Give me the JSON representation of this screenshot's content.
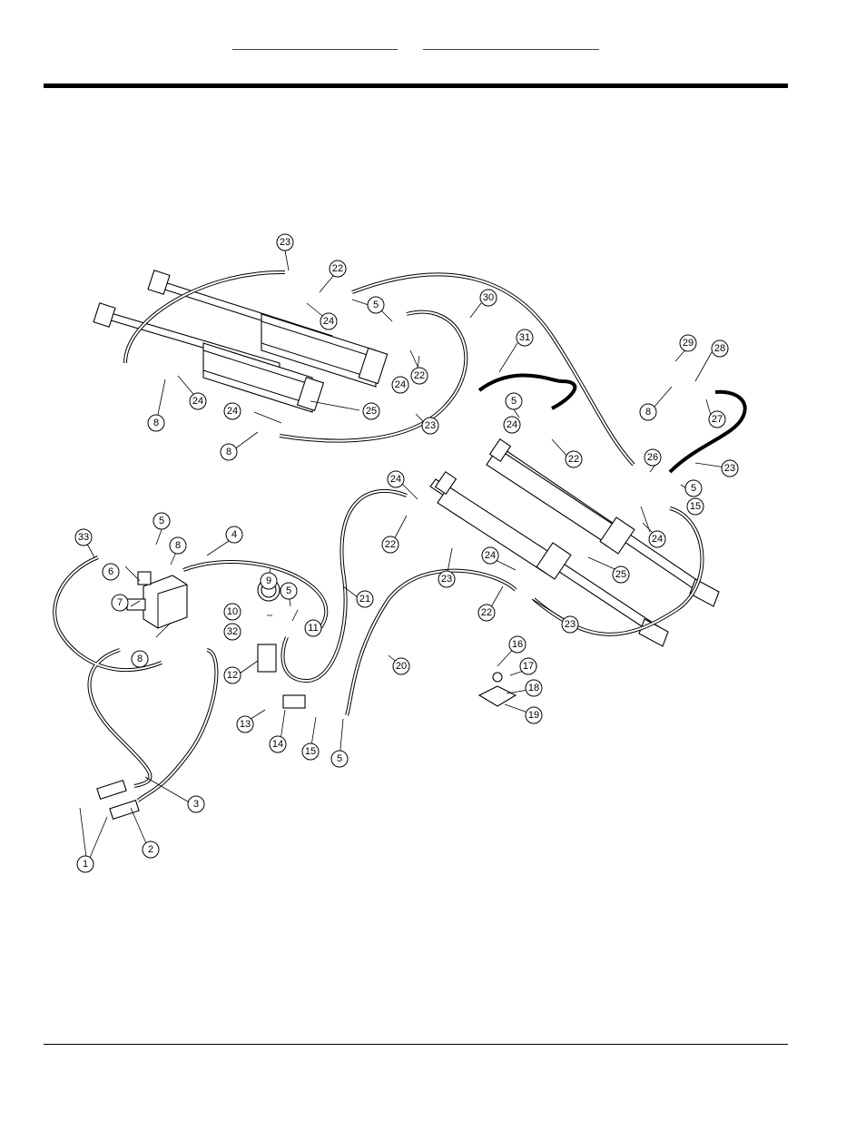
{
  "header": {
    "link_1": "",
    "link_2": ""
  },
  "callouts": [
    {
      "id": "c23a",
      "label": "23"
    },
    {
      "id": "c22a",
      "label": "22"
    },
    {
      "id": "c24a",
      "label": "24"
    },
    {
      "id": "c5a",
      "label": "5"
    },
    {
      "id": "c30",
      "label": "30"
    },
    {
      "id": "c31",
      "label": "31"
    },
    {
      "id": "c24b",
      "label": "24"
    },
    {
      "id": "c22b",
      "label": "22"
    },
    {
      "id": "c8a",
      "label": "8"
    },
    {
      "id": "c24c",
      "label": "24"
    },
    {
      "id": "c25a",
      "label": "25"
    },
    {
      "id": "c24d",
      "label": "24"
    },
    {
      "id": "c8b",
      "label": "8"
    },
    {
      "id": "c23b",
      "label": "23"
    },
    {
      "id": "c29",
      "label": "29"
    },
    {
      "id": "c28",
      "label": "28"
    },
    {
      "id": "c5b",
      "label": "5"
    },
    {
      "id": "c8c",
      "label": "8"
    },
    {
      "id": "c27",
      "label": "27"
    },
    {
      "id": "c24e",
      "label": "24"
    },
    {
      "id": "c22c",
      "label": "22"
    },
    {
      "id": "c26",
      "label": "26"
    },
    {
      "id": "c23c",
      "label": "23"
    },
    {
      "id": "c5c",
      "label": "5"
    },
    {
      "id": "c15a",
      "label": "15"
    },
    {
      "id": "c24f",
      "label": "24"
    },
    {
      "id": "c24g",
      "label": "24"
    },
    {
      "id": "c22d",
      "label": "22"
    },
    {
      "id": "c23d",
      "label": "23"
    },
    {
      "id": "c25b",
      "label": "25"
    },
    {
      "id": "c24h",
      "label": "24"
    },
    {
      "id": "c22e",
      "label": "22"
    },
    {
      "id": "c23e",
      "label": "23"
    },
    {
      "id": "c33",
      "label": "33"
    },
    {
      "id": "c5d",
      "label": "5"
    },
    {
      "id": "c4",
      "label": "4"
    },
    {
      "id": "c8d",
      "label": "8"
    },
    {
      "id": "c6",
      "label": "6"
    },
    {
      "id": "c9",
      "label": "9"
    },
    {
      "id": "c5e",
      "label": "5"
    },
    {
      "id": "c7",
      "label": "7"
    },
    {
      "id": "c10",
      "label": "10"
    },
    {
      "id": "c21",
      "label": "21"
    },
    {
      "id": "c32",
      "label": "32"
    },
    {
      "id": "c11",
      "label": "11"
    },
    {
      "id": "c8e",
      "label": "8"
    },
    {
      "id": "c12",
      "label": "12"
    },
    {
      "id": "c20",
      "label": "20"
    },
    {
      "id": "c16",
      "label": "16"
    },
    {
      "id": "c17",
      "label": "17"
    },
    {
      "id": "c18",
      "label": "18"
    },
    {
      "id": "c19",
      "label": "19"
    },
    {
      "id": "c13",
      "label": "13"
    },
    {
      "id": "c14",
      "label": "14"
    },
    {
      "id": "c15b",
      "label": "15"
    },
    {
      "id": "c5f",
      "label": "5"
    },
    {
      "id": "c3",
      "label": "3"
    },
    {
      "id": "c2",
      "label": "2"
    },
    {
      "id": "c1",
      "label": "1"
    }
  ]
}
